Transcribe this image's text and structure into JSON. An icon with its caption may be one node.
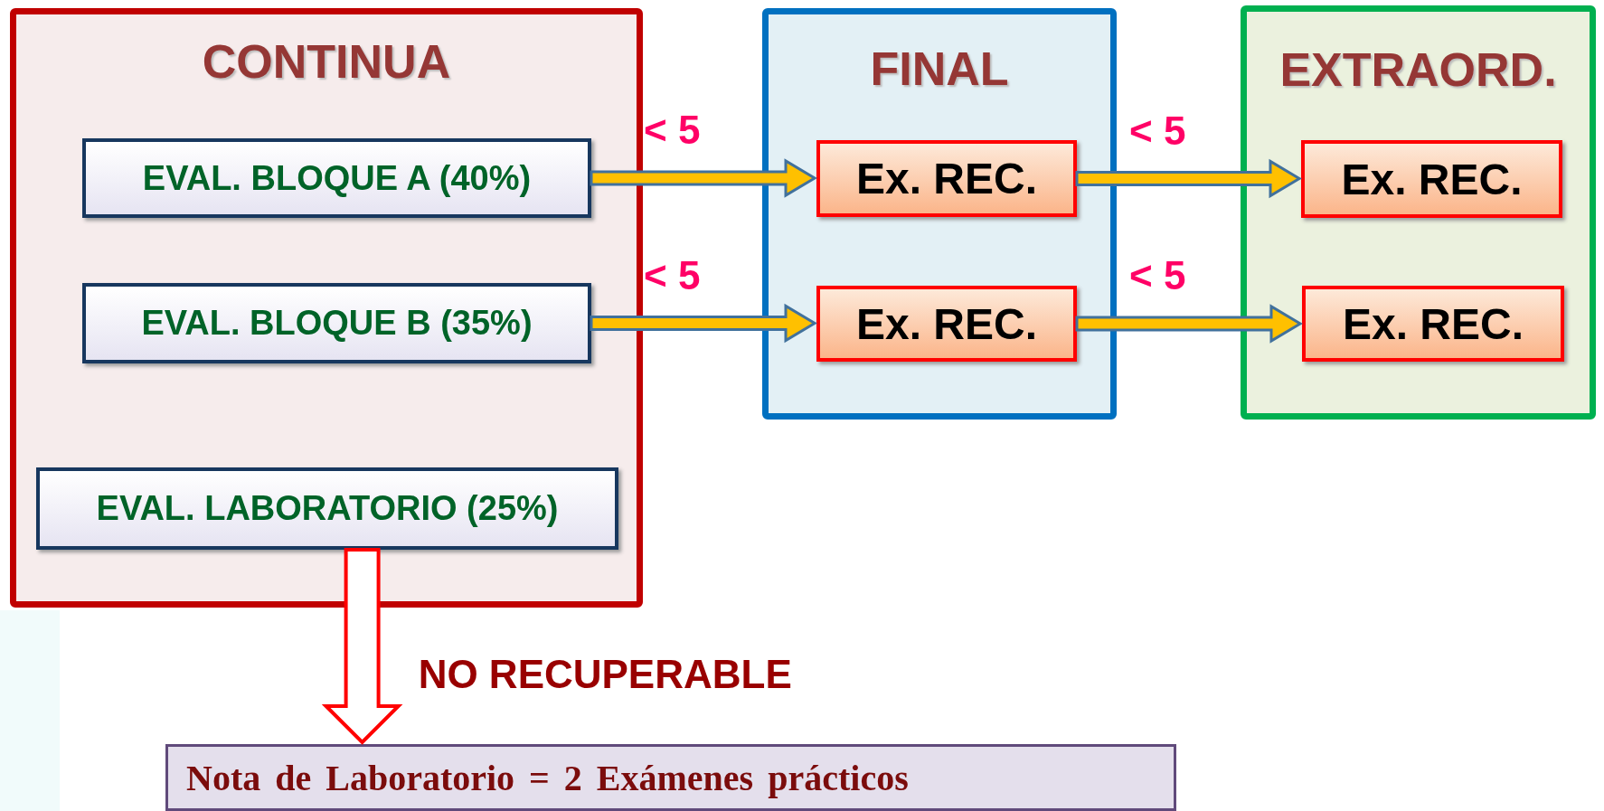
{
  "diagram": {
    "nodes": [
      {
        "text": [
          "CONTINUA"
        ]
      },
      {
        "text": [
          "EVAL. BLOQUE A (40%)"
        ],
        "in": 0
      },
      {
        "text": [
          "EVAL. BLOQUE B (35%)"
        ],
        "in": 0
      },
      {
        "text": [
          "EVAL. LABORATORIO (25%)"
        ],
        "in": 0
      },
      {
        "text": [
          "FINAL"
        ]
      },
      {
        "text": [
          "Ex. REC."
        ],
        "in": 4
      },
      {
        "text": [
          "Ex. REC."
        ],
        "in": 4
      },
      {
        "text": [
          "EXTRAORD."
        ]
      },
      {
        "text": [
          "Ex. REC."
        ],
        "in": 7
      },
      {
        "text": [
          "Ex. REC."
        ],
        "in": 7
      },
      {
        "text": [
          "Nota de Laboratorio = 2 Exámenes prácticos"
        ]
      }
    ],
    "edges": [
      {
        "from": 1,
        "to": 5,
        "arrow": "to",
        "label": "< 5",
        "style": "thick"
      },
      {
        "from": 2,
        "to": 6,
        "arrow": "to",
        "label": "< 5",
        "style": "thick"
      },
      {
        "from": 5,
        "to": 8,
        "arrow": "to",
        "label": "< 5",
        "style": "thick"
      },
      {
        "from": 6,
        "to": 9,
        "arrow": "to",
        "label": "< 5",
        "style": "thick"
      },
      {
        "from": 3,
        "to": 10,
        "arrow": "to",
        "label": "NO RECUPERABLE",
        "style": "thick",
        "color": "#ff0000"
      }
    ]
  }
}
